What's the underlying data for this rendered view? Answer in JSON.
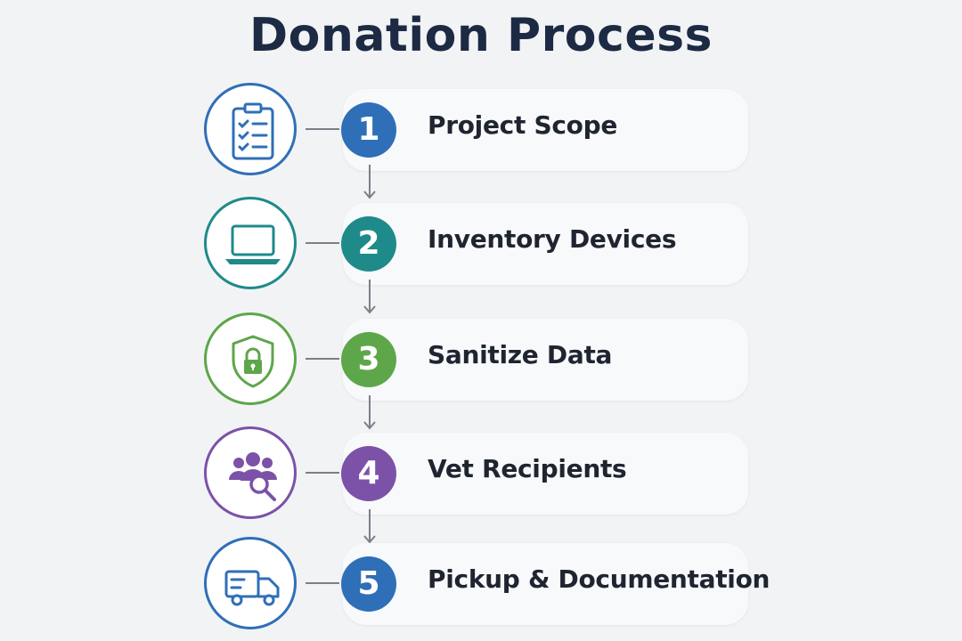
{
  "title": "Donation Process",
  "steps": [
    {
      "number": "1",
      "label": "Project Scope",
      "icon": "clipboard-checklist-icon",
      "color": "#2f6fb7"
    },
    {
      "number": "2",
      "label": "Inventory Devices",
      "icon": "laptop-icon",
      "color": "#1f8a8a"
    },
    {
      "number": "3",
      "label": "Sanitize Data",
      "icon": "shield-lock-icon",
      "color": "#5ea64a"
    },
    {
      "number": "4",
      "label": "Vet Recipients",
      "icon": "people-search-icon",
      "color": "#7b52a8"
    },
    {
      "number": "5",
      "label": "Pickup & Documentation",
      "icon": "delivery-truck-icon",
      "color": "#2f6fb7"
    }
  ]
}
